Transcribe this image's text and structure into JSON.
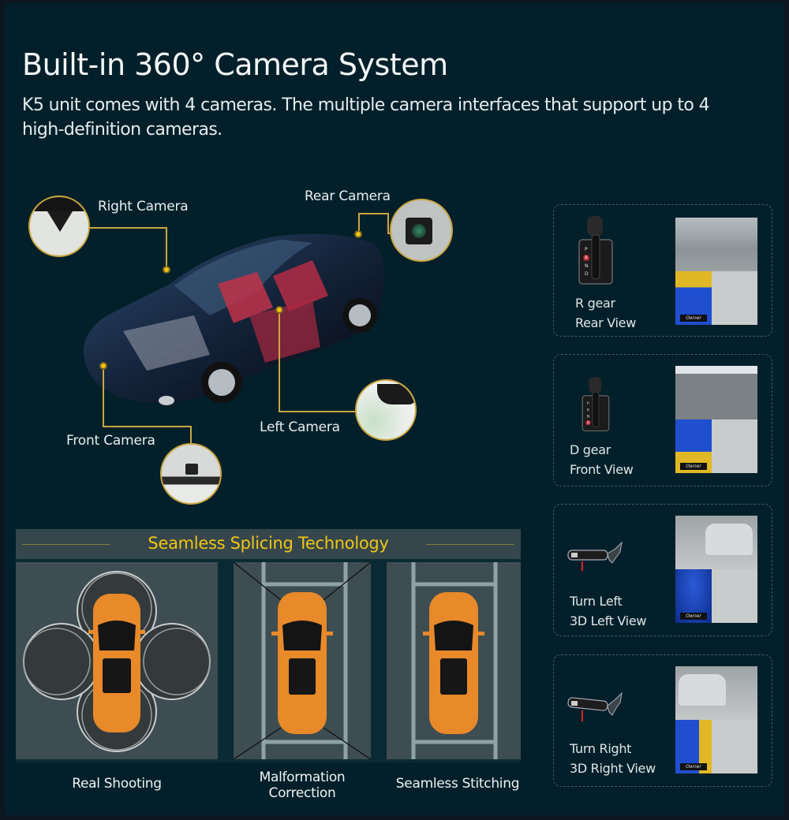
{
  "header": {
    "title": "Built-in 360° Camera System",
    "subtitle": "K5 unit comes with 4 cameras. The multiple camera interfaces that support up to 4 high-definition cameras."
  },
  "cameras": {
    "right": "Right Camera",
    "rear": "Rear Camera",
    "front": "Front Camera",
    "left": "Left Camera"
  },
  "splicing": {
    "title": "Seamless Splicing Technology",
    "tiles": [
      {
        "caption": "Real Shooting"
      },
      {
        "caption_line1": "Malformation",
        "caption_line2": "Correction"
      },
      {
        "caption": "Seamless Stitching"
      }
    ]
  },
  "modes": [
    {
      "line1": "R gear",
      "line2": "Rear View",
      "icon": "gear-shifter-icon",
      "screen_tag": "Owner",
      "gear_letters": [
        "P",
        "R",
        "N",
        "D"
      ],
      "active_gear": "R"
    },
    {
      "line1": "D gear",
      "line2": "Front View",
      "icon": "gear-shifter-icon",
      "screen_tag": "Owner",
      "gear_letters": [
        "P",
        "R",
        "N",
        "D"
      ],
      "active_gear": "D"
    },
    {
      "line1": "Turn Left",
      "line2": "3D Left View",
      "icon": "turn-signal-stalk-icon",
      "screen_tag": "Owner"
    },
    {
      "line1": "Turn Right",
      "line2": "3D Right View",
      "icon": "turn-signal-stalk-icon",
      "screen_tag": "Owner"
    }
  ],
  "colors": {
    "background": "#03202a",
    "accent_gold": "#c9a640",
    "title_yellow": "#f1c515",
    "car_orange": "#e8892a"
  }
}
